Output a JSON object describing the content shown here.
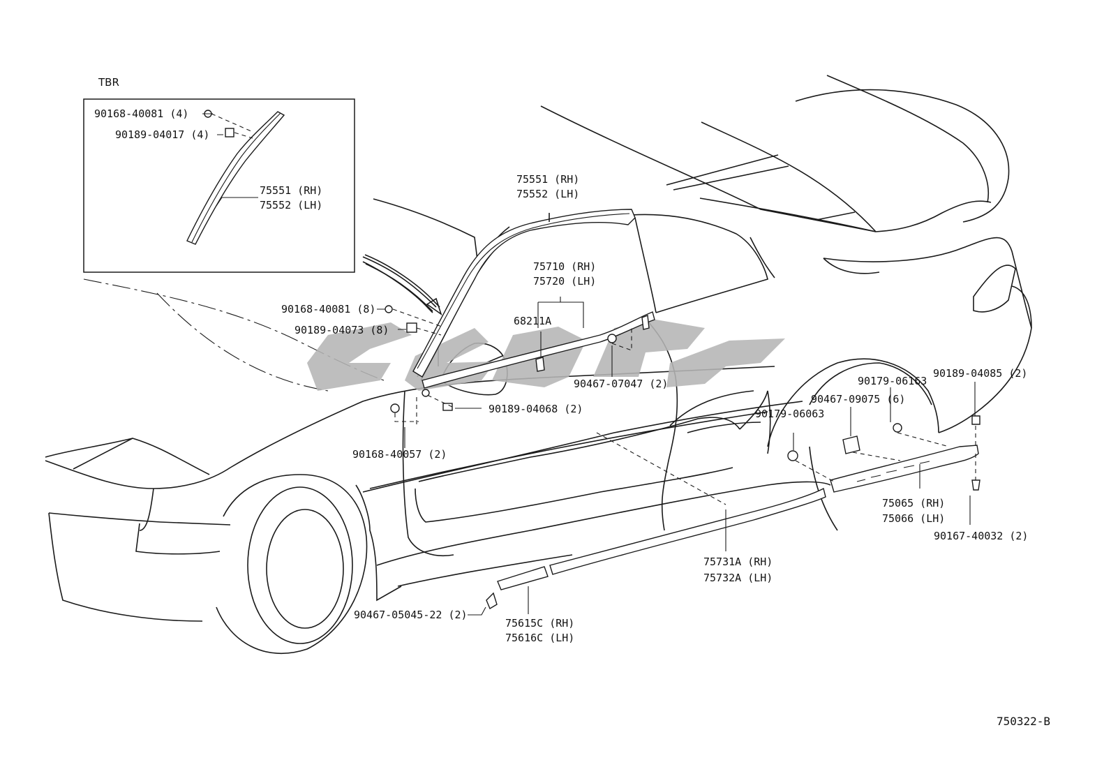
{
  "inset": {
    "title": "TBR",
    "labels": [
      {
        "id": "in-clip",
        "text": "90168-40081 (4)"
      },
      {
        "id": "in-nut",
        "text": "90189-04017 (4)"
      },
      {
        "id": "in-rh",
        "text": "75551 (RH)"
      },
      {
        "id": "in-lh",
        "text": "75552 (LH)"
      }
    ]
  },
  "labels": [
    {
      "id": "pillar-rh",
      "text": "75551 (RH)"
    },
    {
      "id": "pillar-lh",
      "text": "75552 (LH)"
    },
    {
      "id": "belt-rh",
      "text": "75710 (RH)"
    },
    {
      "id": "belt-lh",
      "text": "75720 (LH)"
    },
    {
      "id": "clip-68211a",
      "text": "68211A"
    },
    {
      "id": "clip-90168-40081",
      "text": "90168-40081 (8)"
    },
    {
      "id": "nut-90189-04073",
      "text": "90189-04073 (8)"
    },
    {
      "id": "clip-90467-07047",
      "text": "90467-07047 (2)"
    },
    {
      "id": "nut-90189-04068",
      "text": "90189-04068 (2)"
    },
    {
      "id": "screw-90168-40057",
      "text": "90168-40057 (2)"
    },
    {
      "id": "clip-90179-06163",
      "text": "90179-06163"
    },
    {
      "id": "clip-90467-09075",
      "text": "90467-09075 (6)"
    },
    {
      "id": "clip-90179-06063",
      "text": "90179-06063"
    },
    {
      "id": "nut-90189-04085",
      "text": "90189-04085 (2)"
    },
    {
      "id": "rocker-rh",
      "text": "75065 (RH)"
    },
    {
      "id": "rocker-lh",
      "text": "75066 (LH)"
    },
    {
      "id": "screw-90167-40032",
      "text": "90167-40032 (2)"
    },
    {
      "id": "side-rh",
      "text": "75731A (RH)"
    },
    {
      "id": "side-lh",
      "text": "75732A (LH)"
    },
    {
      "id": "clip-90467-05045",
      "text": "90467-05045-22 (2)"
    },
    {
      "id": "front-rh",
      "text": "75615C (RH)"
    },
    {
      "id": "front-lh",
      "text": "75616C (LH)"
    }
  ],
  "drawing_number": "750322-B"
}
